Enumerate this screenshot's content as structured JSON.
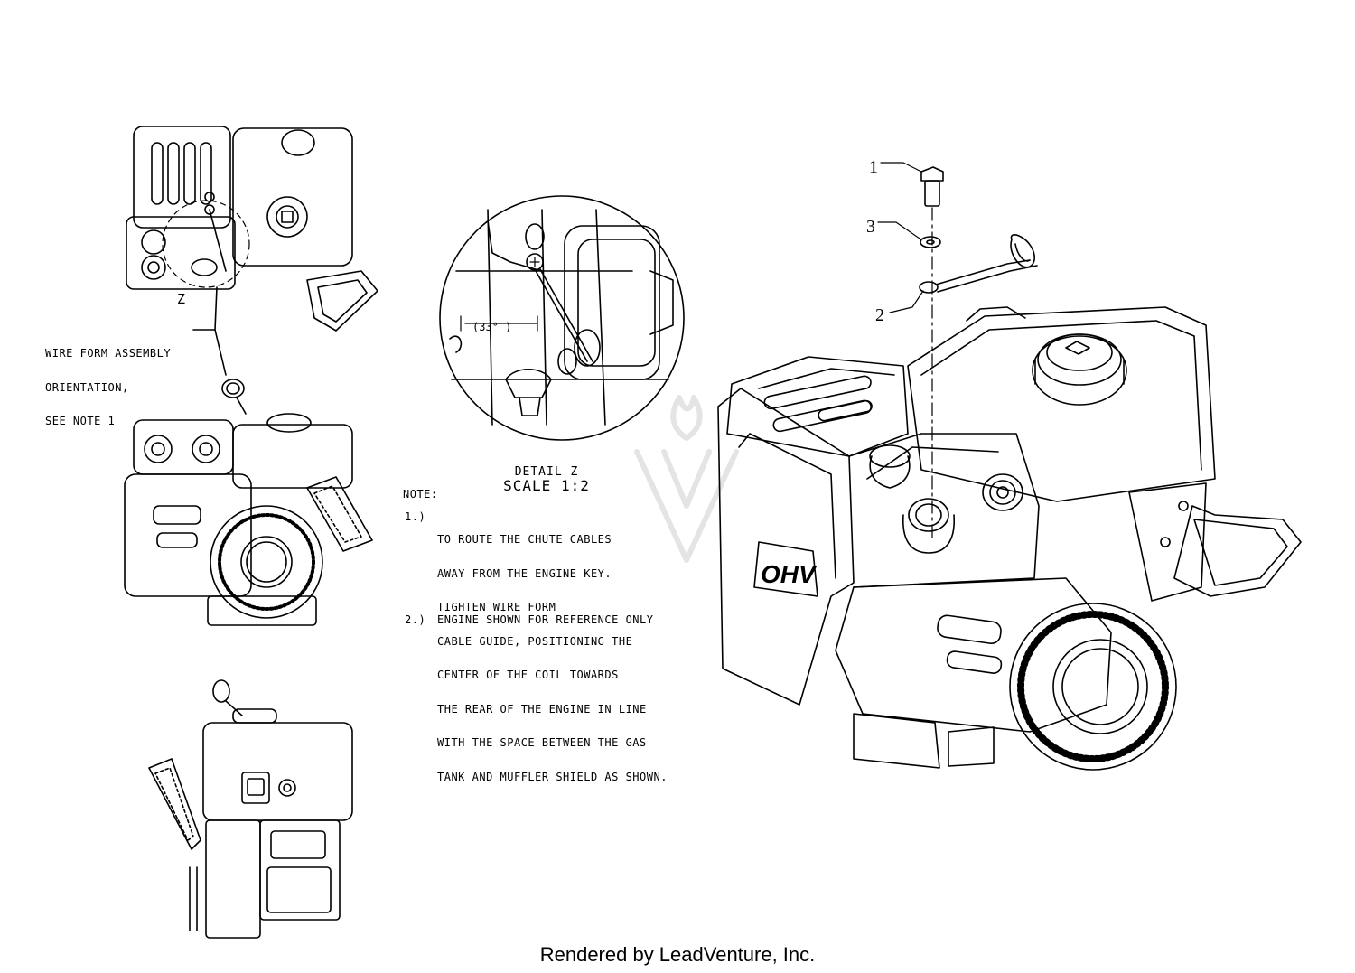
{
  "callouts": [
    {
      "id": "1",
      "label": "1"
    },
    {
      "id": "3",
      "label": "3"
    },
    {
      "id": "2",
      "label": "2"
    }
  ],
  "view_label": "Z",
  "wire_form_note": [
    "WIRE FORM ASSEMBLY",
    "ORIENTATION,",
    "SEE NOTE 1"
  ],
  "angle_label": "(33° )",
  "detail_title": "DETAIL Z",
  "detail_scale": "SCALE 1:2",
  "notes": {
    "heading": "NOTE:",
    "note1_number": "1.)",
    "note1_lines": [
      "TO ROUTE THE CHUTE CABLES",
      "AWAY FROM THE ENGINE KEY.",
      "TIGHTEN WIRE FORM",
      "CABLE GUIDE, POSITIONING THE",
      "CENTER OF THE COIL TOWARDS",
      "THE REAR OF THE ENGINE IN LINE",
      "WITH THE SPACE BETWEEN THE GAS",
      "TANK AND MUFFLER SHIELD AS SHOWN."
    ],
    "note2_number": "2.)",
    "note2_text": "ENGINE SHOWN FOR REFERENCE ONLY"
  },
  "engine_badge": "OHV",
  "footer": "Rendered by LeadVenture, Inc.",
  "colors": {
    "line": "#000000",
    "background": "#ffffff",
    "watermark": "#e6e6e6"
  }
}
